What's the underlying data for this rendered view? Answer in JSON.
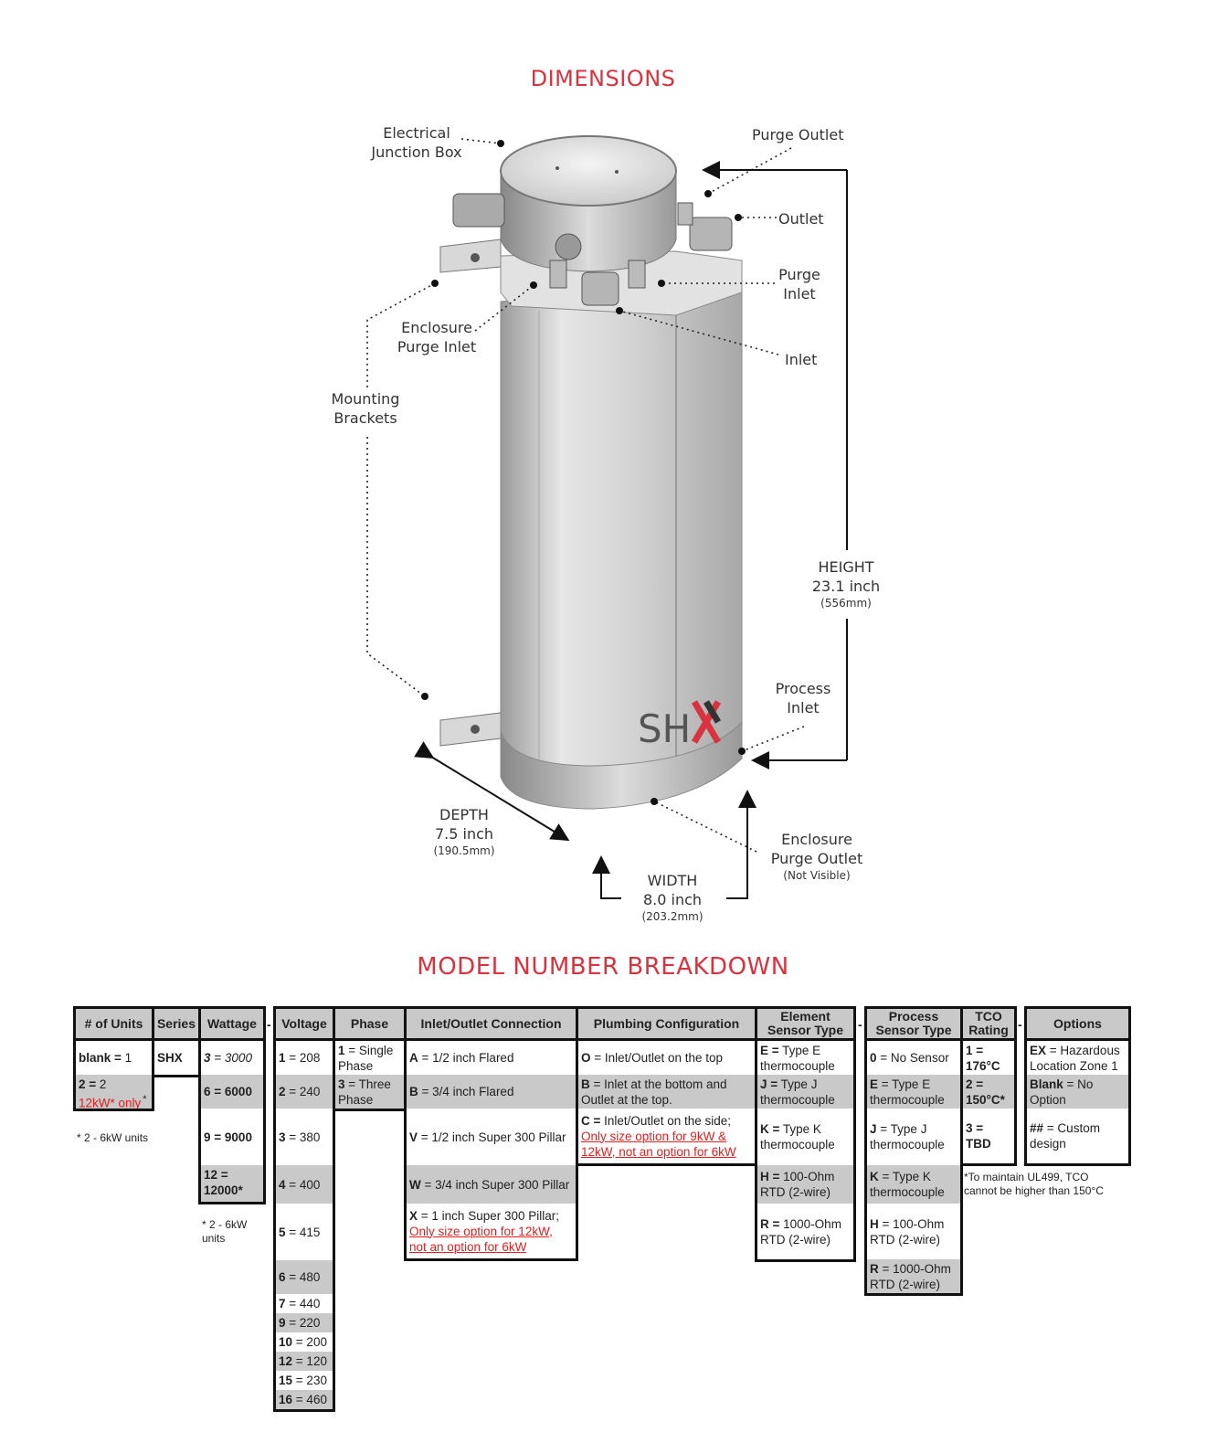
{
  "dimensions": {
    "title": "DIMENSIONS",
    "labels": {
      "electrical_junction_box": [
        "Electrical",
        "Junction Box"
      ],
      "purge_outlet": "Purge Outlet",
      "outlet": "Outlet",
      "purge_inlet": [
        "Purge",
        "Inlet"
      ],
      "enclosure_purge_inlet": [
        "Enclosure",
        "Purge Inlet"
      ],
      "inlet": "Inlet",
      "mounting_brackets": [
        "Mounting",
        "Brackets"
      ],
      "process_inlet": [
        "Process",
        "Inlet"
      ],
      "enclosure_purge_outlet": [
        "Enclosure",
        "Purge Outlet"
      ],
      "not_visible": "(Not Visible)"
    },
    "height": {
      "label": "HEIGHT",
      "value": "23.1 inch",
      "metric": "(556mm)"
    },
    "depth": {
      "label": "DEPTH",
      "value": "7.5 inch",
      "metric": "(190.5mm)"
    },
    "width": {
      "label": "WIDTH",
      "value": "8.0 inch",
      "metric": "(203.2mm)"
    },
    "logo_text": "SHX",
    "colors": {
      "accent_red": "#d8333f",
      "body_silver": "#d6d6d6"
    }
  },
  "model": {
    "title": "MODEL NUMBER BREAKDOWN",
    "headers": {
      "units": "# of Units",
      "series": "Series",
      "wattage": "Wattage",
      "voltage": "Voltage",
      "phase": "Phase",
      "connection": "Inlet/Outlet Connection",
      "plumbing": "Plumbing Configuration",
      "element_sensor": [
        "Element",
        "Sensor Type"
      ],
      "process_sensor": [
        "Process",
        "Sensor Type"
      ],
      "tco": [
        "TCO",
        "Rating"
      ],
      "options": "Options"
    },
    "separator": "-",
    "units": {
      "r1_code": "blank =",
      "r1_val": "1",
      "r2_code": "2 =",
      "r2_val": "2",
      "r2_red": "12kW* only",
      "r2_star": "*",
      "note": "* 2 - 6kW units"
    },
    "series": {
      "code": "SHX"
    },
    "wattage": [
      {
        "code": "3",
        "val": "= 3000"
      },
      {
        "code": "6",
        "val": "= 6000"
      },
      {
        "code": "9",
        "val": "= 9000"
      },
      {
        "code": "12 =",
        "val": "12000*"
      }
    ],
    "wattage_note": [
      "* 2 - 6kW",
      "units"
    ],
    "voltage": [
      {
        "code": "1",
        "val": "= 208"
      },
      {
        "code": "2",
        "val": "= 240"
      },
      {
        "code": "3",
        "val": "= 380"
      },
      {
        "code": "4",
        "val": "= 400"
      },
      {
        "code": "5",
        "val": "= 415"
      },
      {
        "code": "6",
        "val": "= 480"
      },
      {
        "code": "7",
        "val": "= 440"
      },
      {
        "code": "9",
        "val": "= 220"
      },
      {
        "code": "10",
        "val": "= 200"
      },
      {
        "code": "12",
        "val": "= 120"
      },
      {
        "code": "15",
        "val": "= 230"
      },
      {
        "code": "16",
        "val": "= 460"
      }
    ],
    "phase": [
      {
        "code": "1",
        "val": "= Single",
        "val2": "Phase"
      },
      {
        "code": "3",
        "val": "=  Three",
        "val2": "Phase"
      }
    ],
    "connection": [
      {
        "code": "A",
        "val": "=  1/2 inch Flared"
      },
      {
        "code": "B",
        "val": "= 3/4 inch Flared"
      },
      {
        "code": "V",
        "val": "= 1/2 inch Super 300 Pillar"
      },
      {
        "code": "W",
        "val": "= 3/4 inch Super 300 Pillar"
      },
      {
        "code": "X",
        "val": "= 1 inch Super 300 Pillar;",
        "red1": "Only size option for 12kW,",
        "red2": "not an option for 6kW"
      }
    ],
    "plumbing": [
      {
        "code": "O",
        "val": "= Inlet/Outlet on the top"
      },
      {
        "code": "B",
        "val": "= Inlet at the bottom and",
        "val2": "Outlet at the top."
      },
      {
        "code": "C =",
        "val": "Inlet/Outlet on the side;",
        "red1": "Only size option for 9kW &",
        "red2": "12kW, not an option for 6kW"
      }
    ],
    "element_sensor": [
      {
        "code": "E =",
        "val": "Type E",
        "val2": "thermocouple"
      },
      {
        "code": "J =",
        "val": "Type J",
        "val2": "thermocouple"
      },
      {
        "code": "K =",
        "val": "Type K",
        "val2": "thermocouple"
      },
      {
        "code": "H =",
        "val": "100-Ohm",
        "val2": "RTD (2-wire)"
      },
      {
        "code": "R =",
        "val": "1000-Ohm",
        "val2": "RTD (2-wire)"
      }
    ],
    "process_sensor": [
      {
        "code": "0",
        "val": "= No Sensor"
      },
      {
        "code": "E",
        "val": "= Type E",
        "val2": "thermocouple"
      },
      {
        "code": "J",
        "val": "= Type J",
        "val2": "thermocouple"
      },
      {
        "code": "K",
        "val": "= Type K",
        "val2": "thermocouple"
      },
      {
        "code": "H",
        "val": "= 100-Ohm",
        "val2": "RTD (2-wire)"
      },
      {
        "code": "R",
        "val": "= 1000-Ohm",
        "val2": "RTD (2-wire)"
      }
    ],
    "tco": [
      {
        "code": "1 =",
        "val": "176°C"
      },
      {
        "code": "2 =",
        "val": "150°C*"
      },
      {
        "code": "3 =",
        "val": "TBD"
      }
    ],
    "tco_note": [
      "*To maintain UL499, TCO",
      "cannot be higher than 150°C"
    ],
    "options": [
      {
        "code": "EX",
        "val": "= Hazardous",
        "val2": "Location Zone 1"
      },
      {
        "code": "Blank",
        "val": "= No",
        "val2": "Option"
      },
      {
        "code": "##",
        "val": "= Custom",
        "val2": "design"
      }
    ]
  }
}
